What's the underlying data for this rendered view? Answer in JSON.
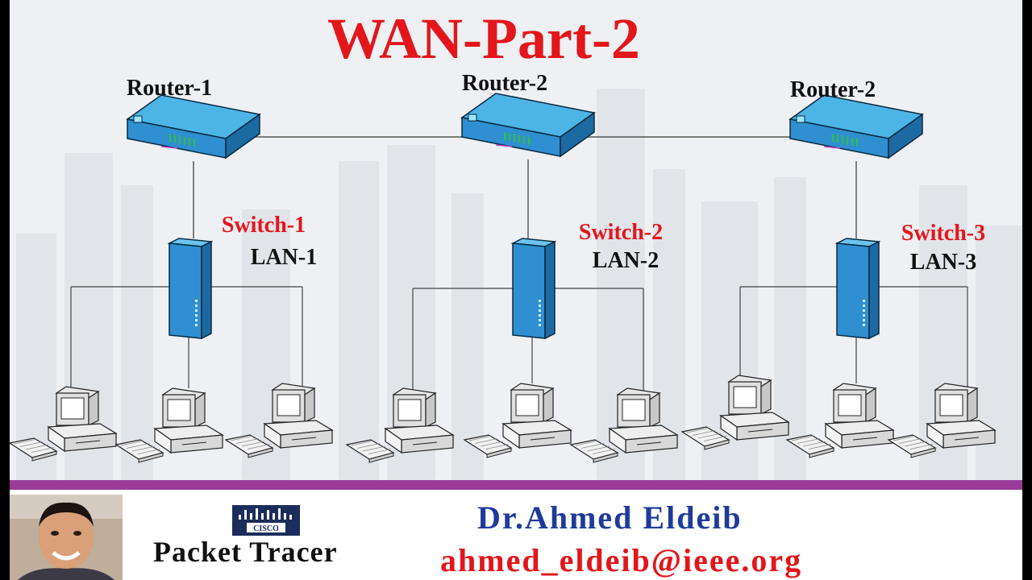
{
  "title": "WAN-Part-2",
  "routers": [
    {
      "label": "Router-1"
    },
    {
      "label": "Router-2"
    },
    {
      "label": "Router-2"
    }
  ],
  "switches": [
    {
      "label": "Switch-1",
      "lan": "LAN-1"
    },
    {
      "label": "Switch-2",
      "lan": "LAN-2"
    },
    {
      "label": "Switch-3",
      "lan": "LAN-3"
    }
  ],
  "footer": {
    "brand_logo": "CISCO",
    "brand_name": "Packet Tracer",
    "author": "Dr.Ahmed Eldeib",
    "email": "ahmed_eldeib@ieee.org"
  },
  "colors": {
    "title": "#e3161b",
    "switch_label": "#e3161b",
    "author": "#1f3b9a",
    "email": "#e3161b",
    "divider": "#9a3c97",
    "device_blue": "#2f8fd1"
  },
  "icons": [
    "router-icon",
    "switch-icon",
    "computer-icon",
    "keyboard-icon",
    "cisco-logo-icon",
    "presenter-photo"
  ]
}
